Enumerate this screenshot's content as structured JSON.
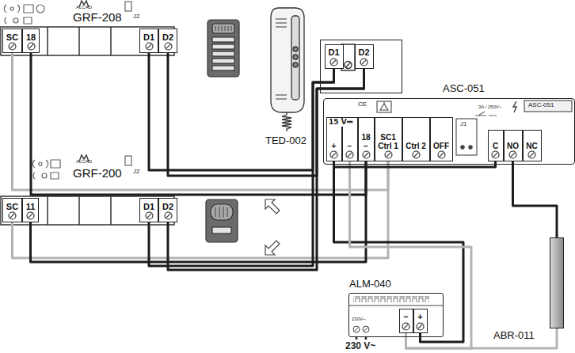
{
  "diagram": {
    "nodes": [
      {
        "text": [
          "GRF-208"
        ]
      },
      {
        "text": [
          "SC"
        ],
        "in": 0
      },
      {
        "text": [
          "18"
        ],
        "in": 0
      },
      {
        "text": [
          "D1"
        ],
        "in": 0
      },
      {
        "text": [
          "D2"
        ],
        "in": 0
      },
      {
        "text": [
          "GRF-200"
        ]
      },
      {
        "text": [
          "SC"
        ],
        "in": 5
      },
      {
        "text": [
          "11"
        ],
        "in": 5
      },
      {
        "text": [
          "D1"
        ],
        "in": 5
      },
      {
        "text": [
          "D2"
        ],
        "in": 5
      },
      {
        "text": [
          "TED-002"
        ]
      },
      {
        "text": [
          "D1"
        ],
        "in": 10
      },
      {
        "text": [
          "D2"
        ],
        "in": 10
      },
      {
        "text": [
          "ASC-051"
        ]
      },
      {
        "text": [
          "+"
        ],
        "in": 13
      },
      {
        "text": [
          "−"
        ],
        "in": 13
      },
      {
        "text": [
          "18",
          "−"
        ],
        "in": 13
      },
      {
        "text": [
          "SC1",
          "Ctrl 1"
        ],
        "in": 13
      },
      {
        "text": [
          "Ctrl 2"
        ],
        "in": 13
      },
      {
        "text": [
          "OFF"
        ],
        "in": 13
      },
      {
        "text": [
          "C"
        ],
        "in": 13
      },
      {
        "text": [
          "NO"
        ],
        "in": 13
      },
      {
        "text": [
          "NC"
        ],
        "in": 13
      },
      {
        "text": [
          "ALM-040"
        ]
      },
      {
        "text": [
          "−"
        ],
        "in": 23
      },
      {
        "text": [
          "+"
        ],
        "in": 23
      },
      {
        "text": [
          "ABR-011"
        ]
      }
    ],
    "edges": [
      {
        "from": 1,
        "to": 17,
        "arrow": "none"
      },
      {
        "from": 2,
        "to": 16,
        "arrow": "none"
      },
      {
        "from": 3,
        "to": 11,
        "arrow": "none"
      },
      {
        "from": 4,
        "to": 12,
        "arrow": "none"
      },
      {
        "from": 6,
        "to": 17,
        "arrow": "none"
      },
      {
        "from": 7,
        "to": 16,
        "arrow": "none"
      },
      {
        "from": 8,
        "to": 11,
        "arrow": "none"
      },
      {
        "from": 9,
        "to": 12,
        "arrow": "none"
      },
      {
        "from": 25,
        "to": 14,
        "arrow": "none"
      },
      {
        "from": 24,
        "to": 15,
        "arrow": "none"
      },
      {
        "from": 20,
        "to": 14,
        "arrow": "none"
      },
      {
        "from": 21,
        "to": 26,
        "arrow": "none"
      },
      {
        "from": 24,
        "to": 26,
        "arrow": "none"
      }
    ],
    "labels": [
      "ALCAD",
      "J2",
      "ALCAD",
      "J2",
      "CE",
      "J1",
      "ASC-051",
      "3A / 250V~",
      "15 V⎓",
      "230V~",
      "230 V~"
    ]
  }
}
